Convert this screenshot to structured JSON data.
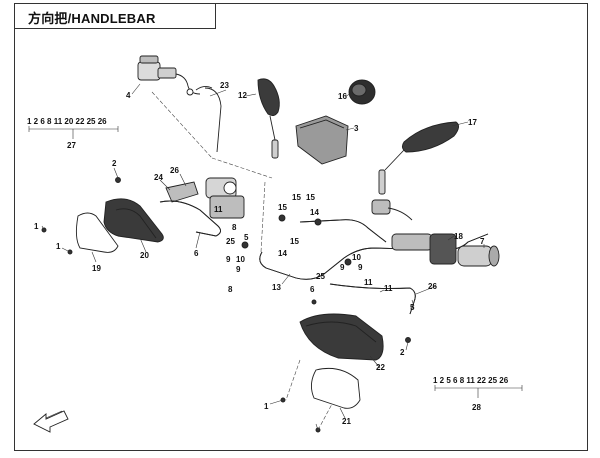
{
  "title": "方向把/HANDLEBAR",
  "kit_27": {
    "items": "1 2 6 8 11 20 22 25 26",
    "number": "27"
  },
  "kit_28": {
    "items": "1 2 5 6 8 11 22 25 26",
    "number": "28"
  },
  "callouts": {
    "c1a": "1",
    "c1b": "1",
    "c1c": "1",
    "c2a": "2",
    "c2b": "2",
    "c3": "3",
    "c4": "4",
    "c5a": "5",
    "c5b": "5",
    "c6a": "6",
    "c6b": "6",
    "c7": "7",
    "c8a": "8",
    "c8b": "8",
    "c9a": "9",
    "c9b": "9",
    "c9c": "9",
    "c9d": "9",
    "c10a": "10",
    "c10b": "10",
    "c11a": "11",
    "c11b": "11",
    "c11c": "11",
    "c12": "12",
    "c13": "13",
    "c14a": "14",
    "c14b": "14",
    "c15a": "15",
    "c15b": "15",
    "c15c": "15",
    "c15d": "15",
    "c16": "16",
    "c17": "17",
    "c18": "18",
    "c19": "19",
    "c20": "20",
    "c21": "21",
    "c22": "22",
    "c23": "23",
    "c24": "24",
    "c25a": "25",
    "c25b": "25",
    "c26a": "26",
    "c26b": "26"
  },
  "colors": {
    "line": "#222222",
    "part_fill": "#e6e6e6",
    "part_dark": "#4a4a4a"
  }
}
